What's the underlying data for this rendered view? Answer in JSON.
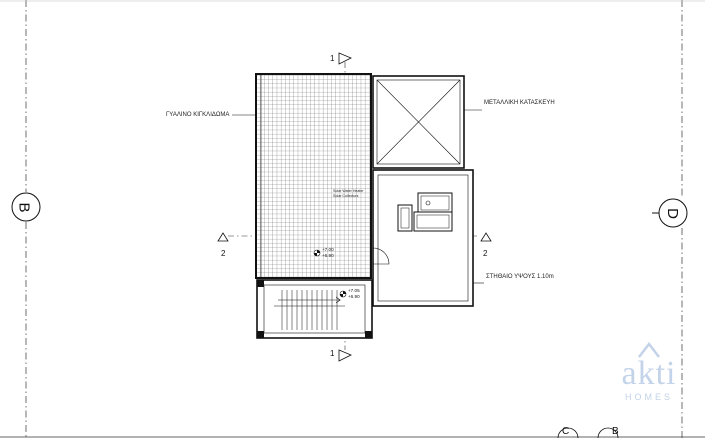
{
  "labels": {
    "glass_railing": "ΓΥΑΛΙΝΟ ΚΙΓΚΛΙΔΩΜΑ",
    "metal_structure": "ΜΕΤΑΛΛΙΚΗ ΚΑΤΑΣΚΕΥΗ",
    "parapet_height": "ΣΤΗΘΑΙΟ ΥΨΟΥΣ 1.10m",
    "note_small_1": "Solar Water Heater",
    "note_small_2": "Solar Collectors"
  },
  "sections": {
    "top_1": "1",
    "bottom_1": "1",
    "left_2": "2",
    "right_2": "2"
  },
  "grid_axes": {
    "left": "B",
    "right": "D",
    "bottom_partial": "C  B"
  },
  "elevations": {
    "terrace_top": "+7.00",
    "terrace_bottom": "+6.90",
    "stair_top": "+7.05",
    "stair_bottom": "+6.90"
  },
  "watermark": {
    "brand": "akti",
    "sub": "HOMES"
  },
  "colors": {
    "line": "#111111",
    "grid_line": "#333333",
    "hatch": "#6a6a6a",
    "watermark": "#c3d3ea"
  }
}
